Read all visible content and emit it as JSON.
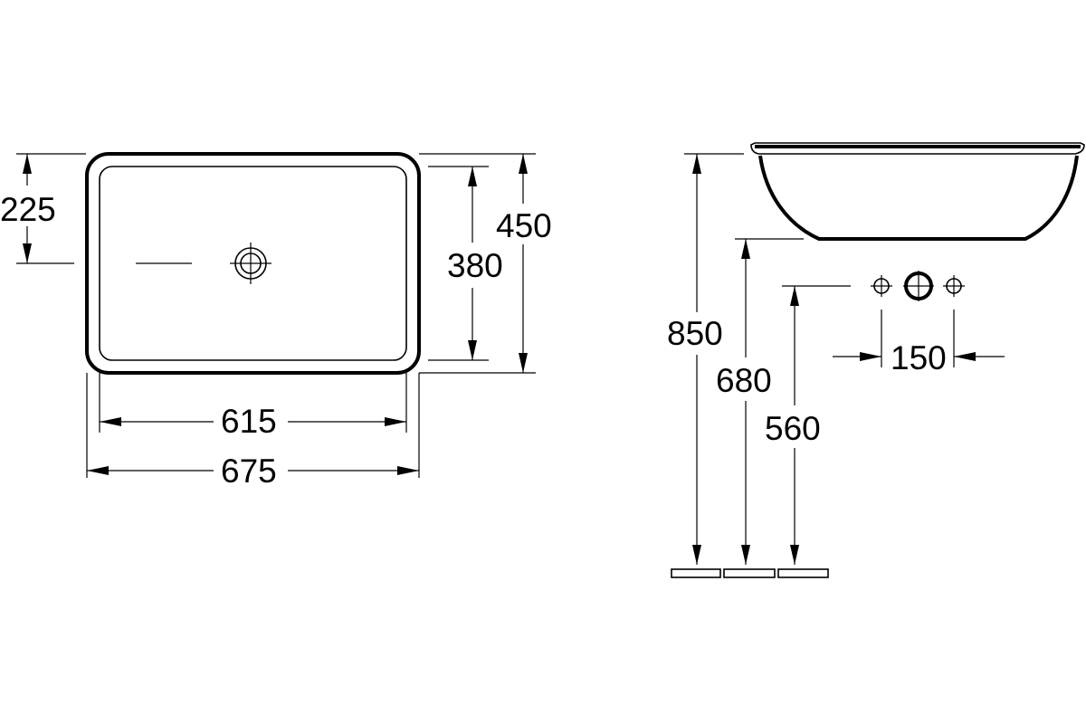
{
  "dimensions": {
    "offset_half_depth": "225",
    "overall_depth": "450",
    "inner_depth": "380",
    "inner_width": "615",
    "overall_width": "675",
    "rim_height": "850",
    "bottom_height": "680",
    "tap_height": "560",
    "tap_spacing": "150"
  },
  "views": [
    "top-view",
    "side-view"
  ],
  "colors": {
    "line": "#000000",
    "background": "#ffffff"
  }
}
